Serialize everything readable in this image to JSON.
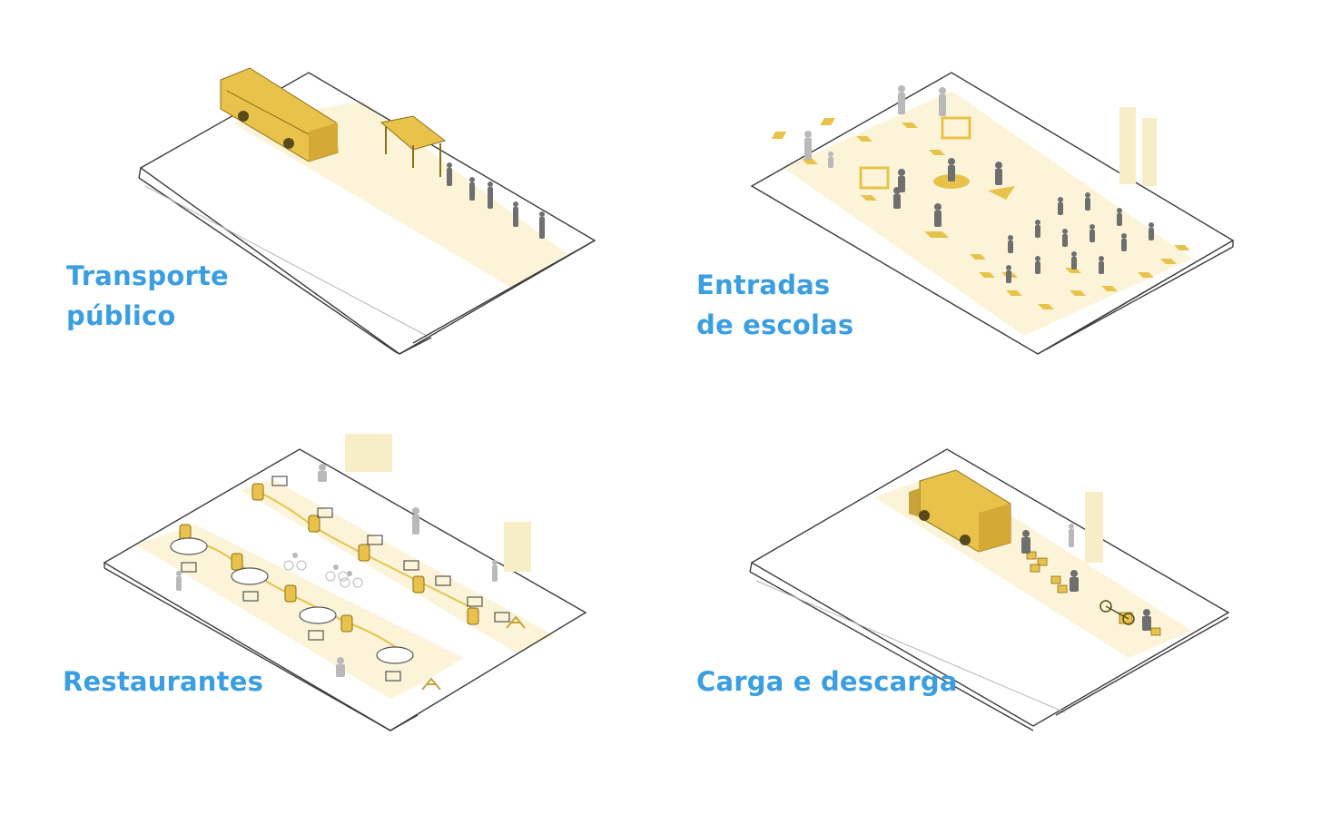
{
  "panels": [
    {
      "id": "transit",
      "label_lines": [
        "Transporte",
        "público"
      ]
    },
    {
      "id": "schools",
      "label_lines": [
        "Entradas",
        "de escolas"
      ]
    },
    {
      "id": "restaurants",
      "label_lines": [
        "Restaurantes"
      ]
    },
    {
      "id": "loading",
      "label_lines": [
        "Carga e descarga"
      ]
    }
  ],
  "colors": {
    "label": "#3a9ee0",
    "accent_yellow": "#e8c24a",
    "zone_fill": "#fbf4d8",
    "figure_gray": "#6f6f6f",
    "figure_light": "#b9b9b9",
    "outline": "#3b3b3b"
  }
}
